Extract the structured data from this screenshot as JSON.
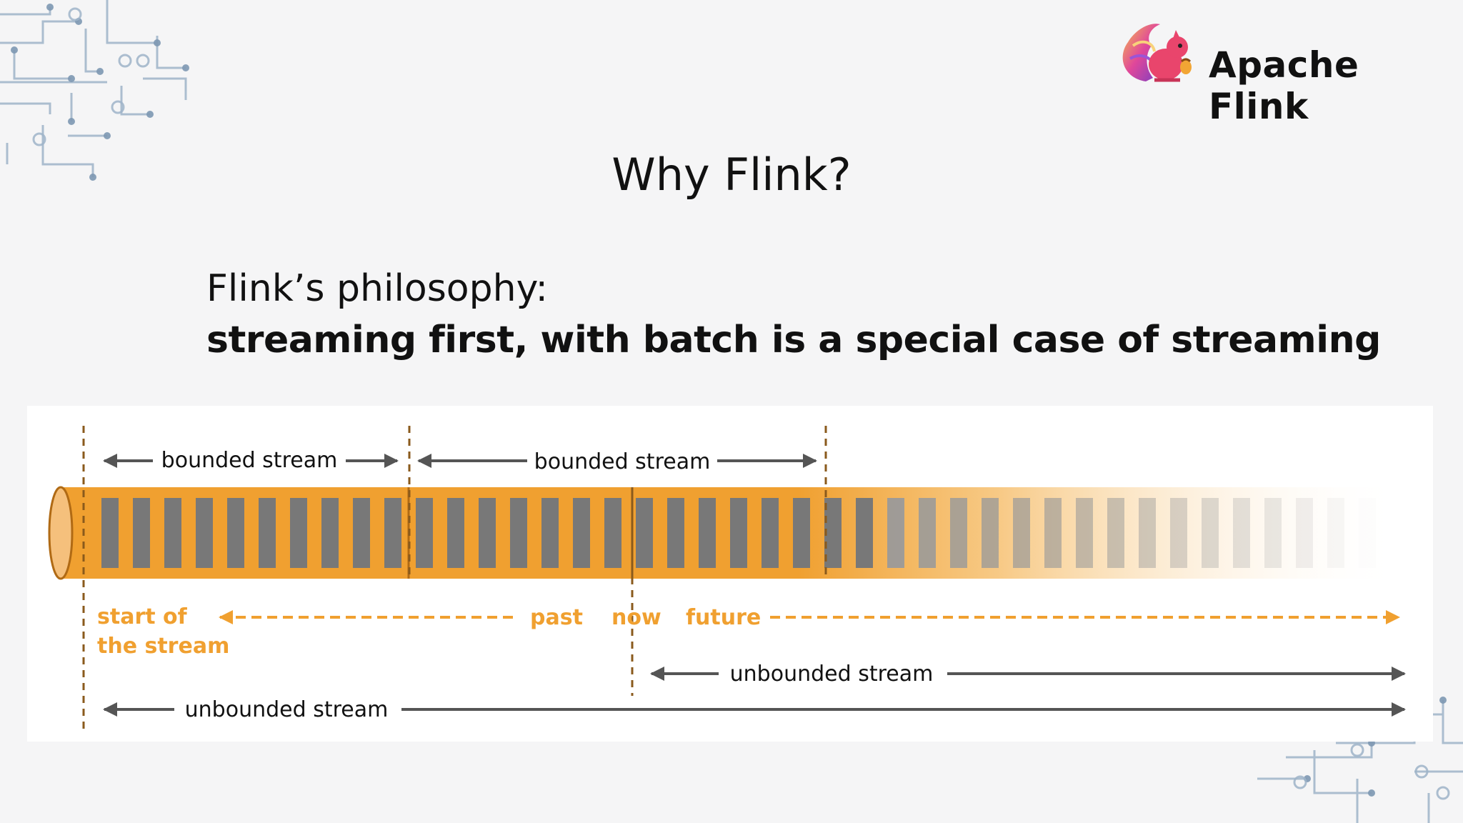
{
  "brand": {
    "name": "Apache Flink",
    "logo_icon": "flink-squirrel-icon"
  },
  "slide": {
    "title": "Why Flink?",
    "philosophy_label": "Flink’s philosophy:",
    "philosophy_statement": "streaming first, with batch is a special case of streaming"
  },
  "diagram": {
    "bounded_label_1": "bounded stream",
    "bounded_label_2": "bounded stream",
    "start_label_line1": "start of",
    "start_label_line2": "the stream",
    "past_label": "past",
    "now_label": "now",
    "future_label": "future",
    "unbounded_from_now_label": "unbounded stream",
    "unbounded_from_start_label": "unbounded stream",
    "colors": {
      "stream_orange": "#f0a030",
      "stream_edge": "#b06a14",
      "event_grey": "#787878",
      "timeline_orange": "#f0a030",
      "arrow_grey": "#555555",
      "marker_brown": "#8a5a1c"
    }
  },
  "decor": {
    "top_left": "circuit-board-icon",
    "bottom_right": "circuit-board-icon"
  }
}
